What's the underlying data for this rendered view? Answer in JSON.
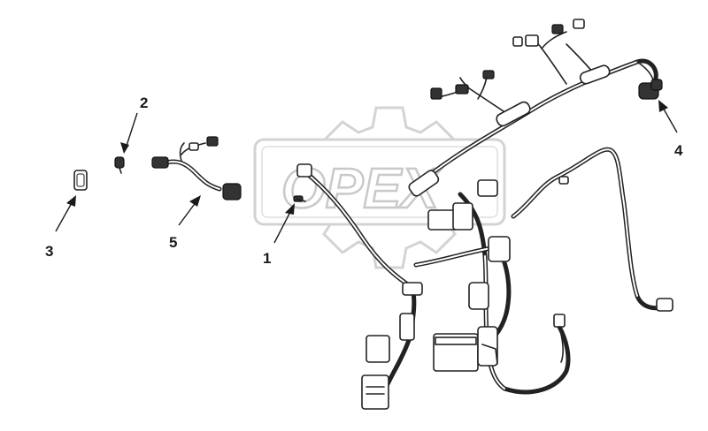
{
  "watermark": {
    "text": "OPEX",
    "icon": "gear-icon"
  },
  "callouts": [
    {
      "id": "1",
      "label": "1"
    },
    {
      "id": "2",
      "label": "2"
    },
    {
      "id": "3",
      "label": "3"
    },
    {
      "id": "4",
      "label": "4"
    },
    {
      "id": "5",
      "label": "5"
    }
  ],
  "colors": {
    "line": "#222222",
    "watermark": "#c9c9c9",
    "background": "#ffffff"
  }
}
